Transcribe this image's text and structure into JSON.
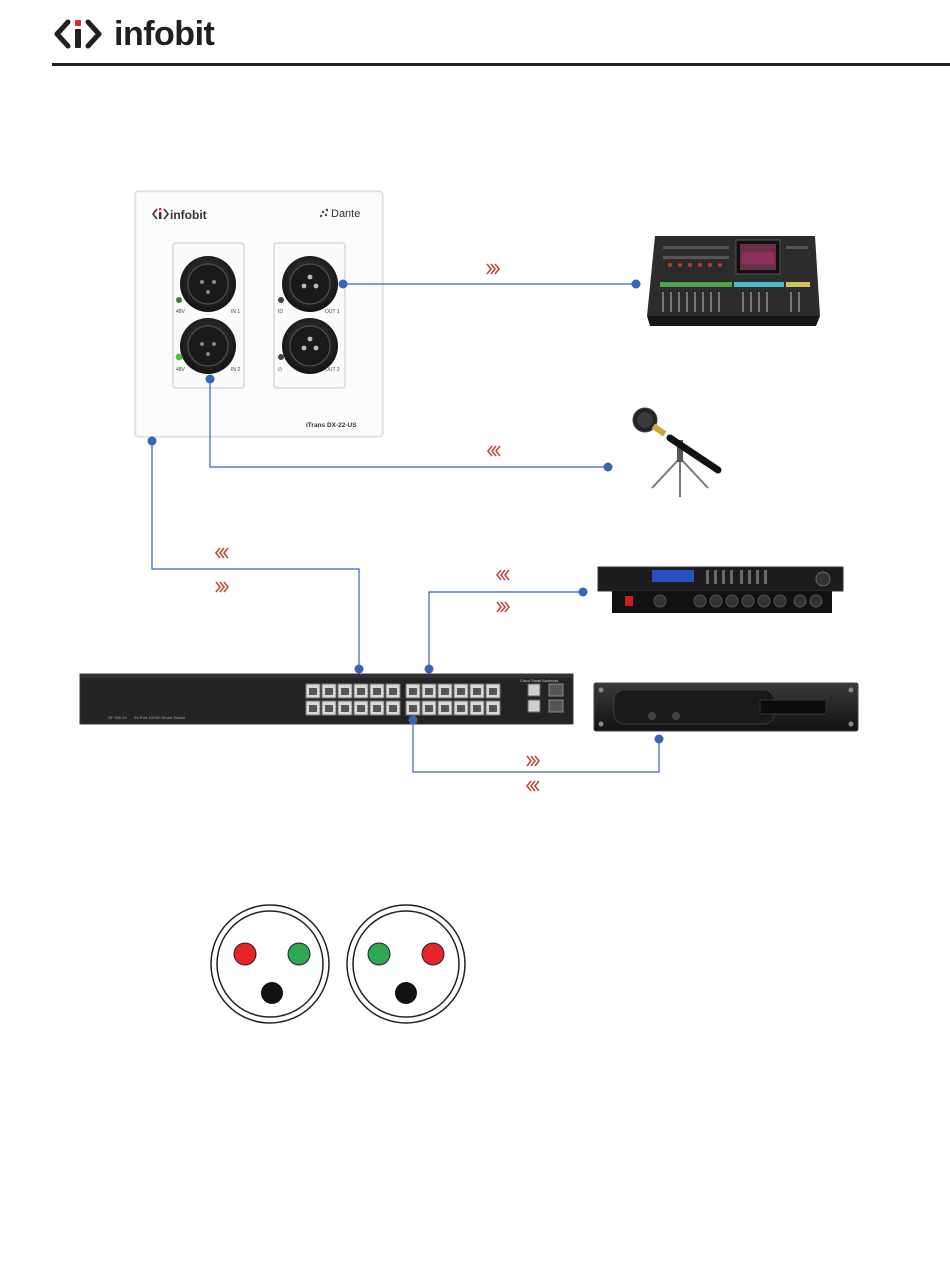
{
  "header": {
    "brand": "infobit"
  },
  "wallplate": {
    "brand": "infobit",
    "dante": "Dante",
    "model": "iTrans DX-22-US",
    "labels": {
      "in1_led": "48V",
      "in1": "IN 1",
      "in2_led": "48V",
      "in2": "IN 2",
      "out1_led": "ID",
      "out1": "OUT 1",
      "out2_led": "⏻",
      "out2": "OUT 2"
    }
  },
  "switch": {
    "model": "SF 350-24",
    "desc": "24-Port 10/100 Smart Switch",
    "brand": "Cisco Small Business"
  },
  "colors": {
    "line": "#3565b4",
    "dot": "#3565b4",
    "arrow": "#c0473a",
    "pin_red": "#e8232a",
    "pin_green": "#2fa84f",
    "pin_black": "#111111"
  }
}
